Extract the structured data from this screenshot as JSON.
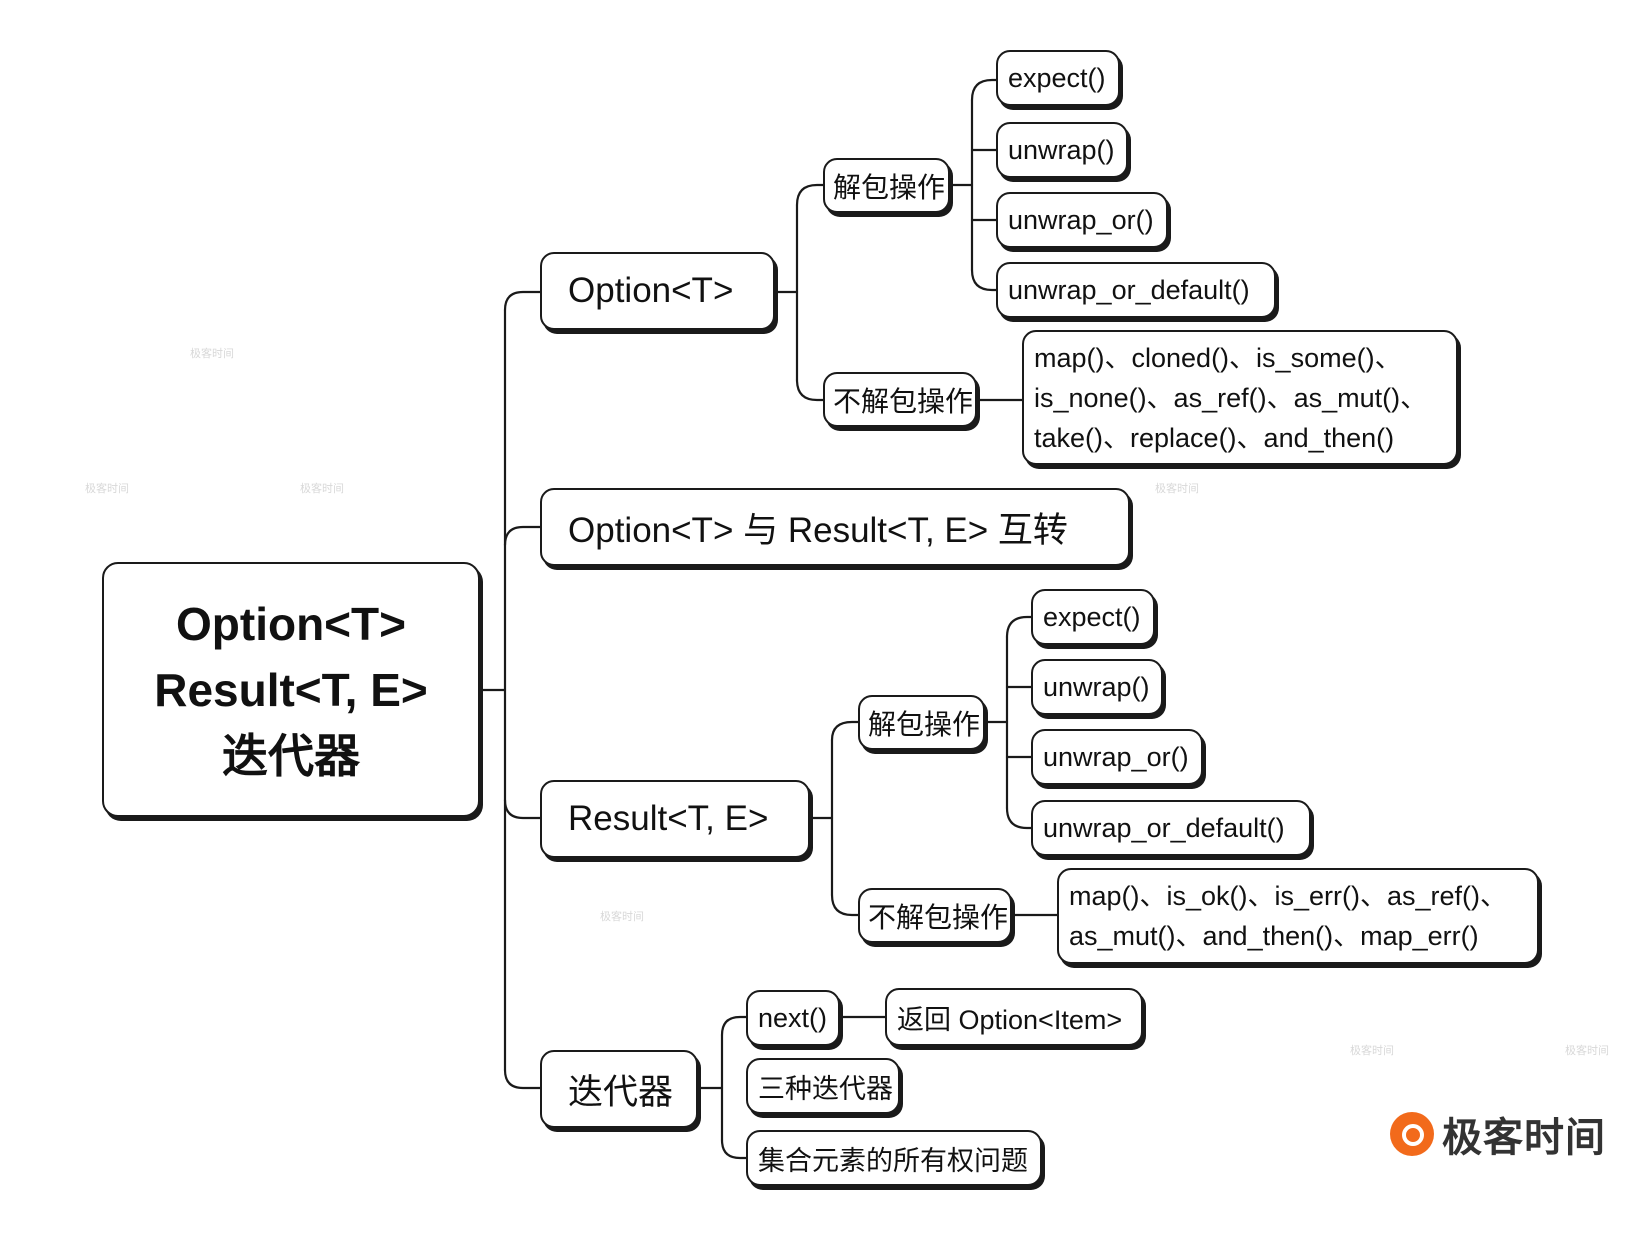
{
  "root": {
    "line1": "Option<T>",
    "line2": "Result<T, E>",
    "line3": "迭代器"
  },
  "option": {
    "label": "Option<T>",
    "unwrap_ops": {
      "label": "解包操作",
      "items": [
        "expect()",
        "unwrap()",
        "unwrap_or()",
        "unwrap_or_default()"
      ]
    },
    "non_unwrap_ops": {
      "label": "不解包操作",
      "lines": [
        "map()、cloned()、is_some()、",
        "is_none()、as_ref()、as_mut()、",
        "take()、replace()、and_then()"
      ]
    }
  },
  "convert": {
    "label": "Option<T> 与 Result<T, E> 互转"
  },
  "result": {
    "label": "Result<T, E>",
    "unwrap_ops": {
      "label": "解包操作",
      "items": [
        "expect()",
        "unwrap()",
        "unwrap_or()",
        "unwrap_or_default()"
      ]
    },
    "non_unwrap_ops": {
      "label": "不解包操作",
      "lines": [
        "map()、is_ok()、is_err()、as_ref()、",
        "as_mut()、and_then()、map_err()"
      ]
    }
  },
  "iterator": {
    "label": "迭代器",
    "next": {
      "label": "next()",
      "returns": "返回 Option<Item>"
    },
    "three_kinds": "三种迭代器",
    "ownership": "集合元素的所有权问题"
  },
  "watermark": "极客时间",
  "logo": {
    "text": "极客时间",
    "accent": "#f26a1b"
  }
}
